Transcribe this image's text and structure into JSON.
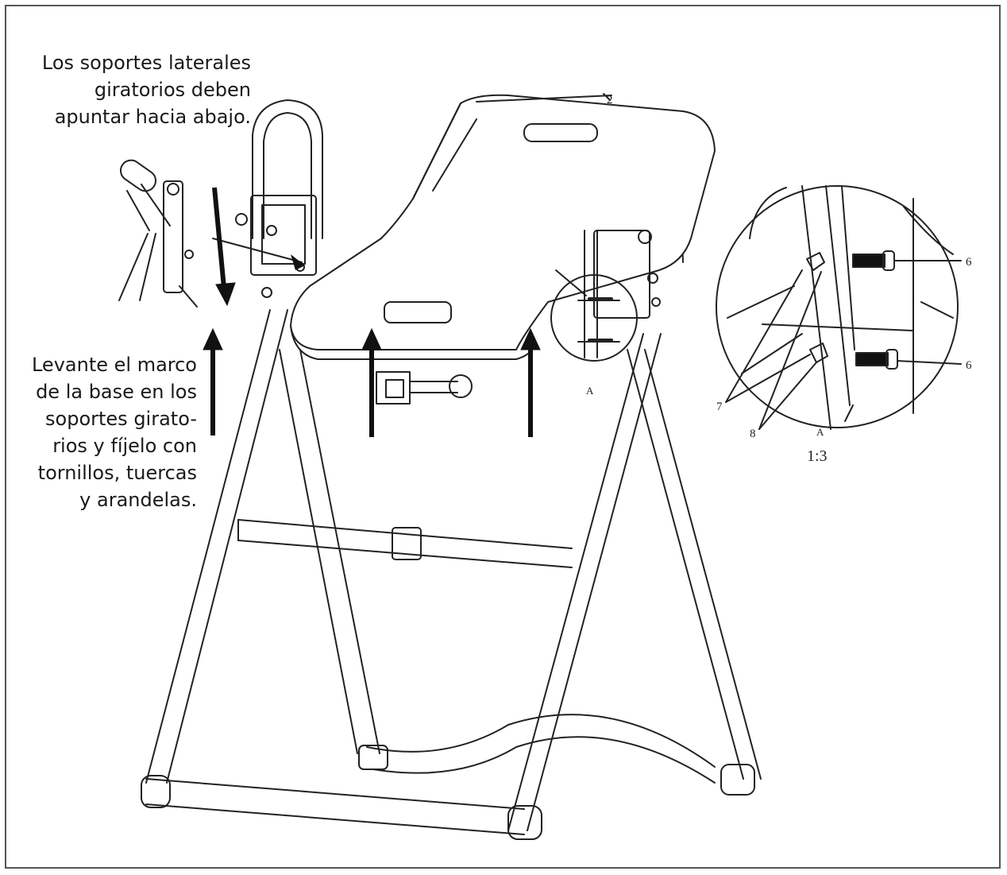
{
  "notes": {
    "top": [
      "Los soportes laterales",
      "giratorios deben",
      "apuntar hacia abajo."
    ],
    "left": [
      "Levante el marco",
      "de la base  en los",
      "soportes girato-",
      "rios y fíjelo con",
      "tornillos, tuercas",
      "y arandelas."
    ]
  },
  "labels": {
    "part_2": "2",
    "detail_ref": "A",
    "part_6_top": "6",
    "part_6_bottom": "6",
    "part_7": "7",
    "part_8": "8",
    "detail_title": "A",
    "detail_scale": "1:3"
  }
}
